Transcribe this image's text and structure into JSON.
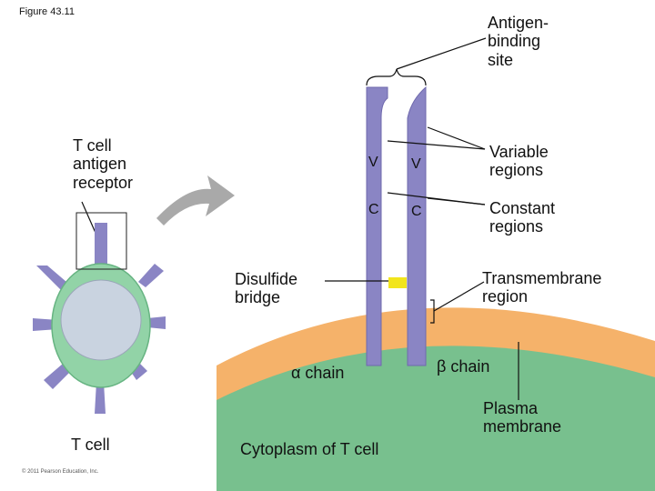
{
  "figure": {
    "number": "Figure 43.11",
    "copyright": "© 2011 Pearson Education, Inc."
  },
  "labels": {
    "antigen_binding_site": "Antigen-\nbinding\nsite",
    "tcr": "T cell\nantigen\nreceptor",
    "variable_regions": "Variable\nregions",
    "constant_regions": "Constant\nregions",
    "disulfide_bridge": "Disulfide\nbridge",
    "transmembrane_region": "Transmembrane\nregion",
    "alpha_chain": "α chain",
    "beta_chain": "β chain",
    "plasma_membrane": "Plasma\nmembrane",
    "t_cell": "T cell",
    "cytoplasm": "Cytoplasm of T cell"
  },
  "region_letters": {
    "alpha_v": "V",
    "beta_v": "V",
    "alpha_c": "C",
    "beta_c": "C"
  },
  "colors": {
    "chain": "#8a85c4",
    "chain_edge": "#6f69ad",
    "membrane": "#f5b26a",
    "cytoplasm": "#78c08e",
    "disulfide": "#f2e51c",
    "cell_body": "#92d3a7",
    "nucleus": "#c9d3e0",
    "arrow": "#a9a9a9"
  }
}
